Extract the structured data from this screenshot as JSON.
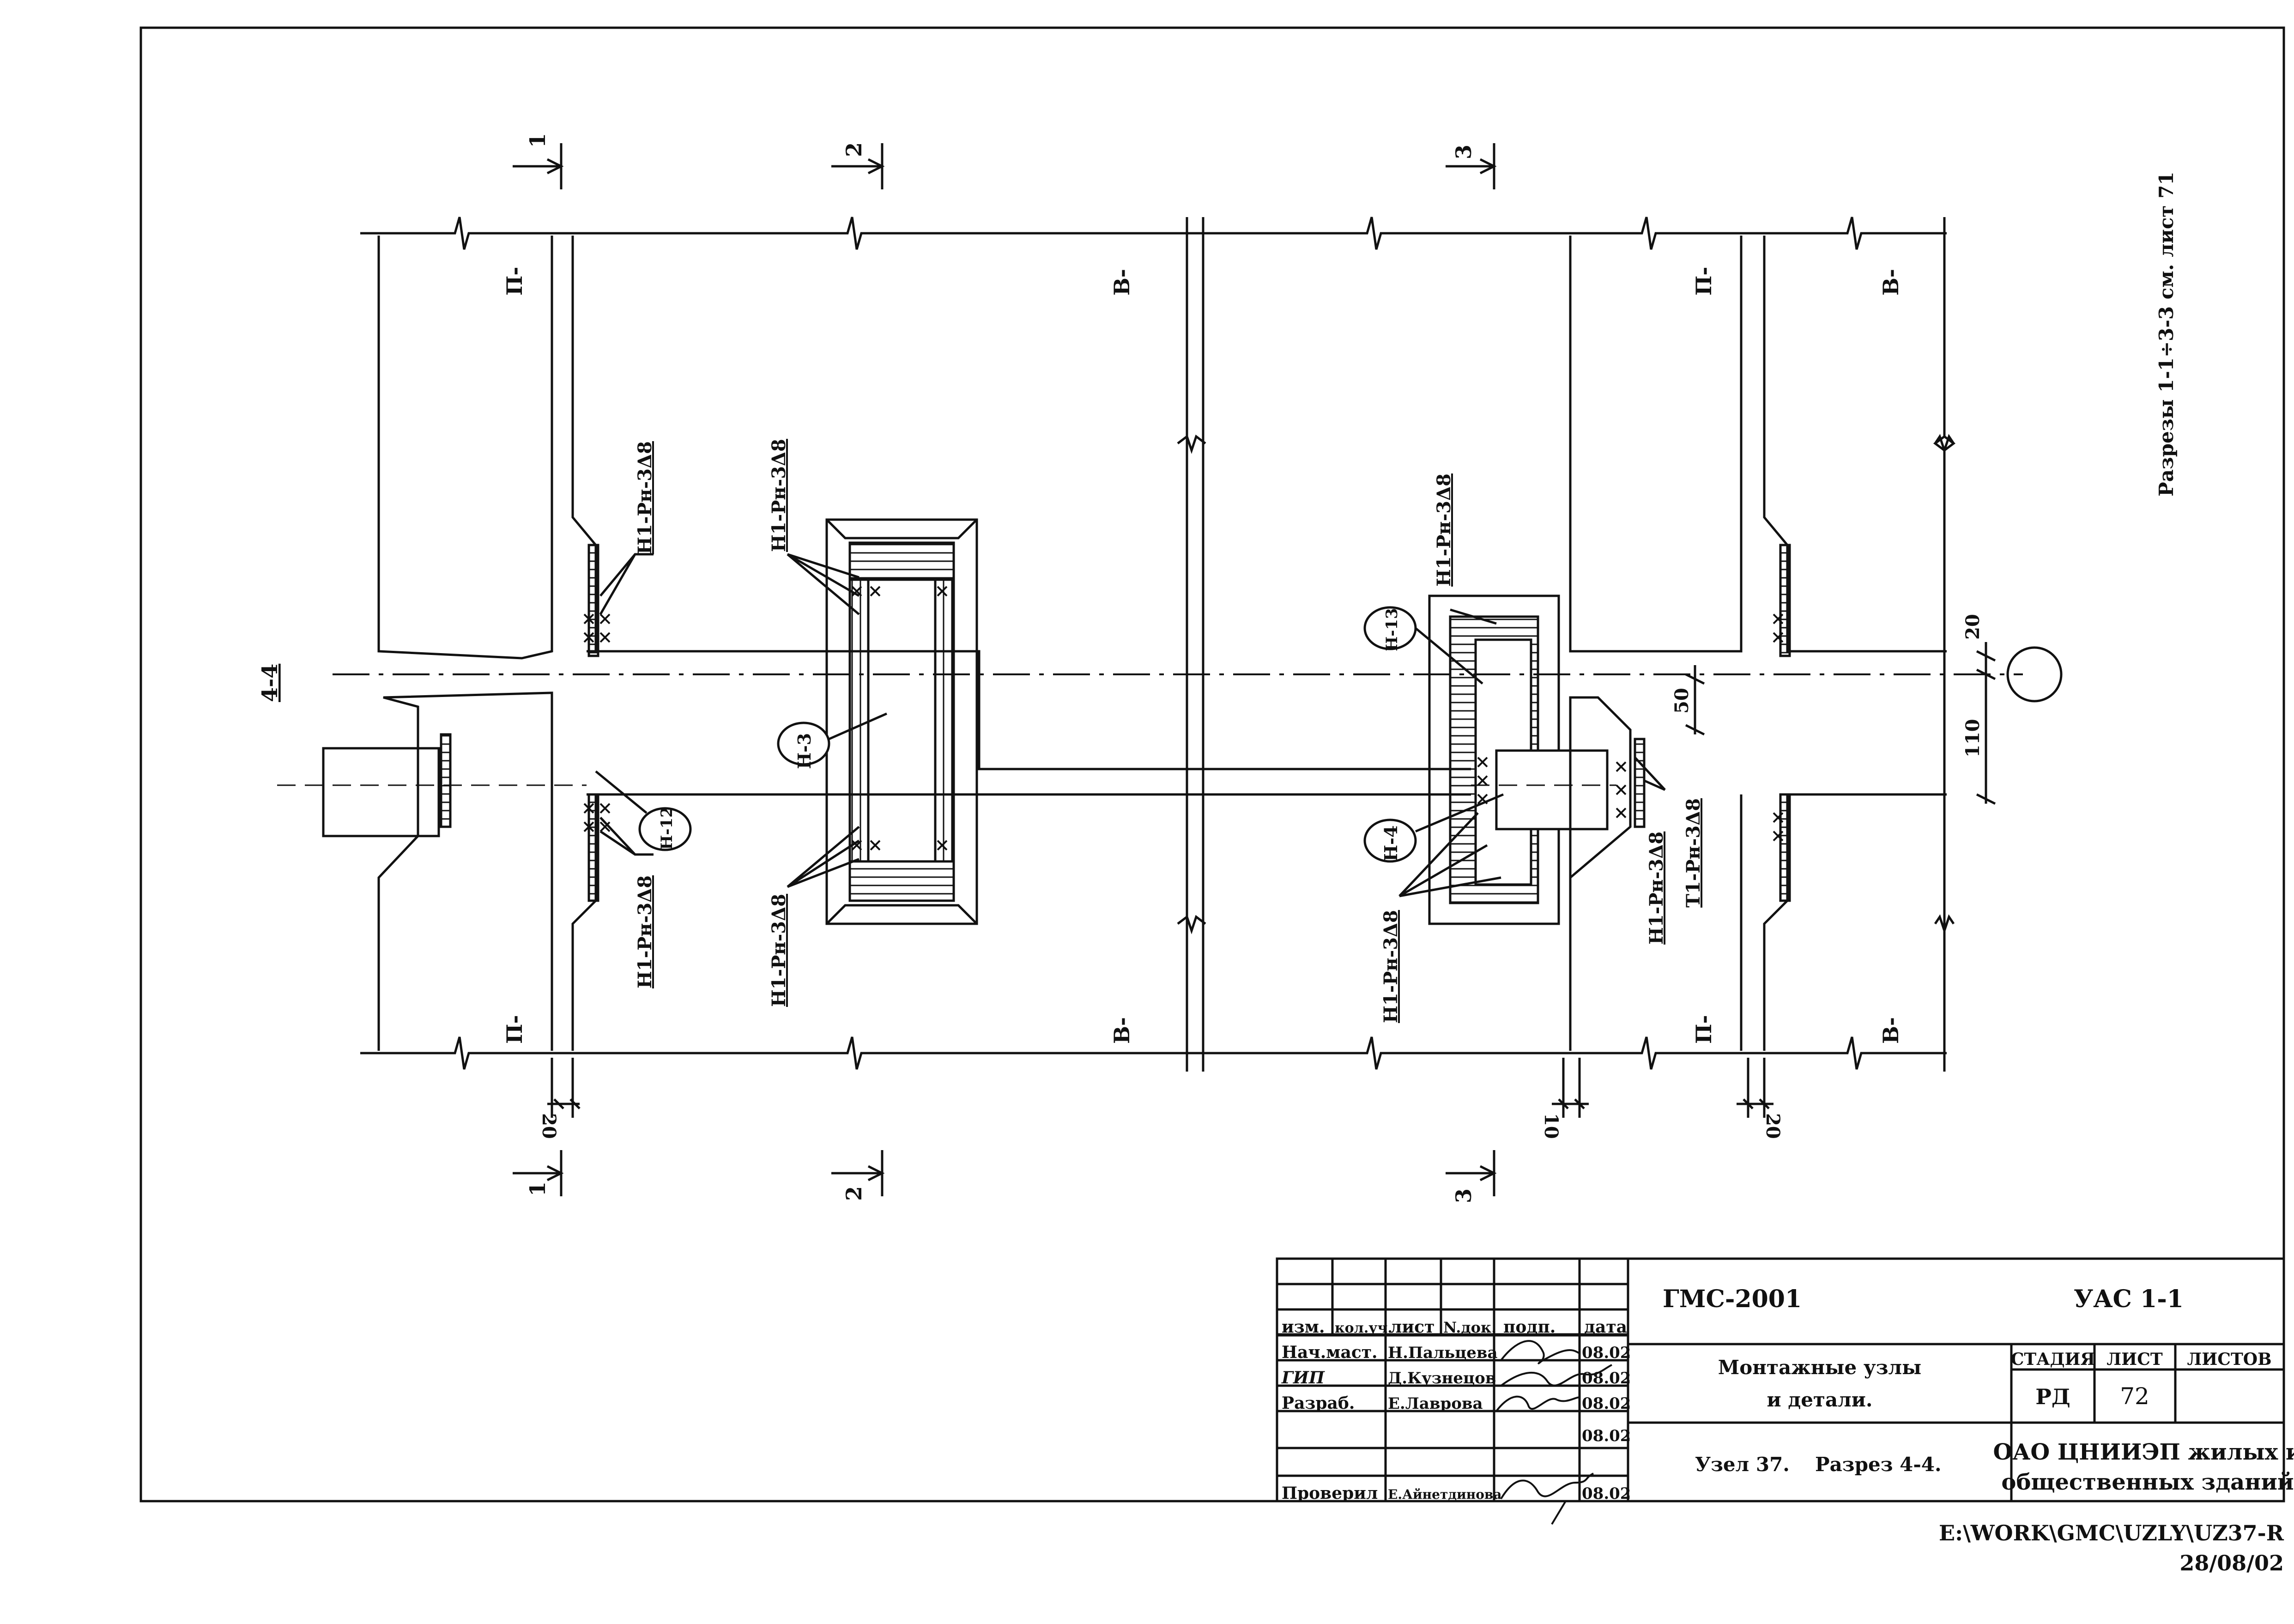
{
  "drawing": {
    "section_title": "4-4",
    "side_note": "Разрезы 1-1÷3-3 см. лист 71",
    "section_cuts": [
      "1",
      "2",
      "3"
    ],
    "part_labels": {
      "p": "П-",
      "v": "В-"
    },
    "node_marks": [
      "Н-3",
      "Н-4",
      "Н-12",
      "Н-13"
    ],
    "weld_marks": [
      "Н1-Рн-3Δ8",
      "Т1-Рн-3Δ8"
    ],
    "dimensions": {
      "gap_20": "20",
      "gap_10": "10",
      "d20": "20",
      "d50": "50",
      "d110": "110"
    }
  },
  "title_block": {
    "headers": [
      "изм.",
      "кол.уч.",
      "лист",
      "N.док.",
      "подп.",
      "дата"
    ],
    "rows": [
      {
        "role": "Нач.маст.",
        "name": "Н.Пальцева",
        "date": "08.02"
      },
      {
        "role": "ГИП",
        "name": "Д.Кузнецов",
        "date": "08.02"
      },
      {
        "role": "Разраб.",
        "name": "Е.Лаврова",
        "date": "08.02"
      },
      {
        "role": "",
        "name": "",
        "date": "08.02"
      },
      {
        "role": "Проверил",
        "name": "Е.Айнетдинова",
        "date": "08.02"
      }
    ],
    "project": "ГМС-2001",
    "code": "УАС 1-1",
    "title_line1": "Монтажные узлы",
    "title_line2": "и детали.",
    "node_label": "Узел 37.",
    "section_label": "Разрез 4-4.",
    "stage_header": "СТАДИЯ",
    "sheet_header": "ЛИСТ",
    "sheets_header": "ЛИСТОВ",
    "stage": "РД",
    "sheet": "72",
    "sheets": "",
    "org_line1": "ОАО ЦНИИЭП жилых и",
    "org_line2": "общественных зданий"
  },
  "file_info": {
    "path": "E:\\WORK\\GMC\\UZLY\\UZ37-R",
    "date": "28/08/02"
  }
}
